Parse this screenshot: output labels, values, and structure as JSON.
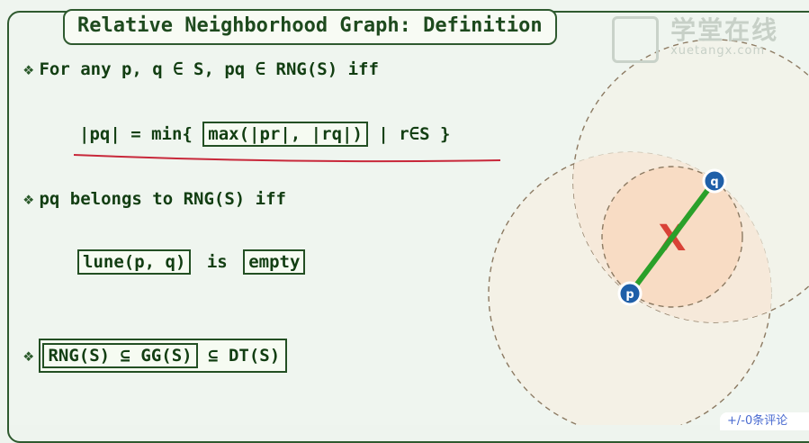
{
  "slide": {
    "title": "Relative Neighborhood Graph: Definition",
    "bullet_symbol": "❖",
    "line1": "For any p, q ∈ S, pq ∈ RNG(S)   iff",
    "formula_left": "|pq| = min{",
    "formula_boxed": "max(|pr|, |rq|)",
    "formula_right": "| r∈S }",
    "line2": "pq belongs to RNG(S)  iff",
    "lune_boxed": "lune(p, q)",
    "lune_is": "is",
    "empty_boxed": "empty",
    "inclusion_inner": "RNG(S) ⊆ GG(S)",
    "inclusion_right": "⊆ DT(S)"
  },
  "diagram": {
    "point_p": "p",
    "point_q": "q",
    "cross_mark": "X",
    "colors": {
      "edge": "#2aa02a",
      "point": "#1f5fa8",
      "cross": "#d4281f",
      "lune_fill": "#f8dcc4",
      "circle_fill": "#f3efe3"
    }
  },
  "watermark": {
    "cn": "学堂在线",
    "en": "xuetangx.com"
  },
  "comment_tab": {
    "label": "+/-0条评论"
  }
}
